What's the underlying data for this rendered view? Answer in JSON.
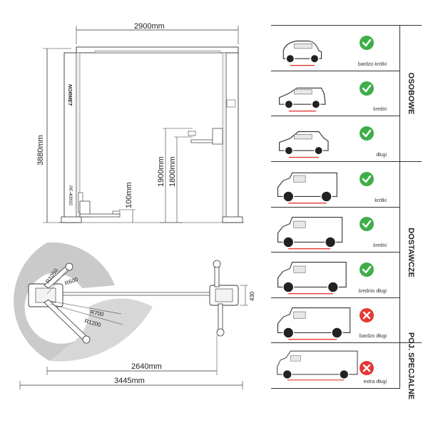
{
  "elevation_view": {
    "width_label": "2900mm",
    "height_label": "3880mm",
    "lift_height_label_1": "1900mm",
    "lift_height_label_2": "1800mm",
    "ground_clearance_label": "100mm",
    "brand": "NORMET",
    "model": "PE-4000G"
  },
  "plan_view": {
    "arm_radius_1": "R1050",
    "arm_radius_2": "R600",
    "arm_radius_3": "R700",
    "arm_radius_4": "R1200",
    "post_gap_label": "430",
    "inner_width_label": "2640mm",
    "total_width_label": "3445mm"
  },
  "vehicle_panel": {
    "categories": [
      "OSOBOWE",
      "DOSTAWCZE",
      "POJ. SPECJALNE"
    ],
    "vehicles": [
      {
        "label": "bardzo krótki",
        "status": "ok",
        "category": "OSOBOWE"
      },
      {
        "label": "średni",
        "status": "ok",
        "category": "OSOBOWE"
      },
      {
        "label": "długi",
        "status": "ok",
        "category": "OSOBOWE"
      },
      {
        "label": "krótki",
        "status": "ok",
        "category": "DOSTAWCZE"
      },
      {
        "label": "średni",
        "status": "ok",
        "category": "DOSTAWCZE"
      },
      {
        "label": "średnio długi",
        "status": "ok",
        "category": "DOSTAWCZE"
      },
      {
        "label": "bardzo długi",
        "status": "no",
        "category": "DOSTAWCZE"
      },
      {
        "label": "extra długi",
        "status": "no",
        "category": "POJ. SPECJALNE"
      }
    ],
    "colors": {
      "ok": "#3fae49",
      "no": "#e53935"
    }
  }
}
